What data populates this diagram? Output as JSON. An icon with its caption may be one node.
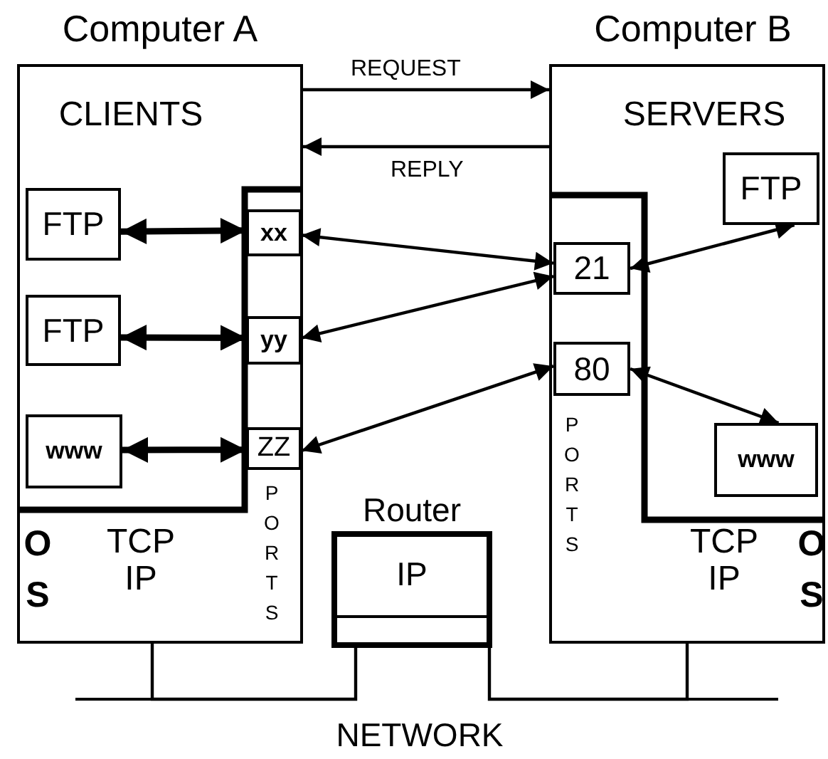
{
  "diagram": {
    "nodes": [
      {
        "text": [
          "Computer A",
          "CLIENTS"
        ]
      },
      {
        "text": [
          "FTP"
        ],
        "in": 0
      },
      {
        "text": [
          "FTP"
        ],
        "in": 0
      },
      {
        "text": [
          "www"
        ],
        "in": 0
      },
      {
        "text": [
          "xx"
        ],
        "in": 0
      },
      {
        "text": [
          "yy"
        ],
        "in": 0
      },
      {
        "text": [
          "ZZ"
        ],
        "in": 0
      },
      {
        "text": [
          "Router",
          "IP"
        ]
      },
      {
        "text": [
          "Computer B",
          "SERVERS"
        ]
      },
      {
        "text": [
          "FTP"
        ],
        "in": 8
      },
      {
        "text": [
          "21"
        ],
        "in": 8
      },
      {
        "text": [
          "80"
        ],
        "in": 8
      },
      {
        "text": [
          "www"
        ],
        "in": 8
      }
    ],
    "edges": [
      {
        "from": 0,
        "to": 8,
        "arrow": "to",
        "label": "REQUEST"
      },
      {
        "from": 8,
        "to": 0,
        "arrow": "to",
        "label": "REPLY"
      },
      {
        "from": 1,
        "to": 4,
        "arrow": "both",
        "style": "thick"
      },
      {
        "from": 2,
        "to": 5,
        "arrow": "both",
        "style": "thick"
      },
      {
        "from": 3,
        "to": 6,
        "arrow": "both",
        "style": "thick"
      },
      {
        "from": 4,
        "to": 10,
        "arrow": "both"
      },
      {
        "from": 5,
        "to": 10,
        "arrow": "both"
      },
      {
        "from": 6,
        "to": 11,
        "arrow": "both"
      },
      {
        "from": 10,
        "to": 9,
        "arrow": "both"
      },
      {
        "from": 11,
        "to": 12,
        "arrow": "both"
      },
      {
        "from": 0,
        "to": 7,
        "arrow": "none"
      },
      {
        "from": 7,
        "to": 8,
        "arrow": "none"
      }
    ],
    "labels": [
      "PORTS",
      "OS",
      "TCP IP",
      "PORTS",
      "TCP IP",
      "OS",
      "NETWORK"
    ]
  }
}
